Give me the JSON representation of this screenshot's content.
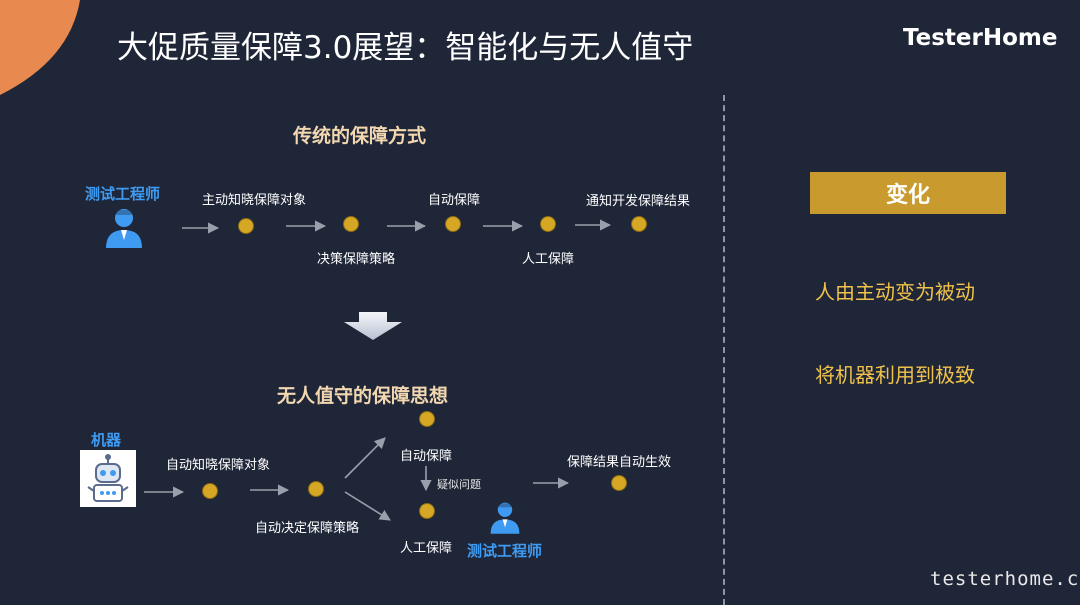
{
  "title": "大促质量保障3.0展望：智能化与无人值守",
  "brand": "TesterHome",
  "traditional": {
    "title": "传统的保障方式",
    "role": "测试工程师",
    "steps": [
      "主动知晓保障对象",
      "决策保障策略",
      "自动保障",
      "人工保障",
      "通知开发保障结果"
    ]
  },
  "unattended": {
    "title": "无人值守的保障思想",
    "machine": "机器",
    "steps": [
      "自动知晓保障对象",
      "自动决定保障策略",
      "自动保障",
      "疑似问题",
      "人工保障",
      "保障结果自动生效"
    ],
    "role": "测试工程师"
  },
  "change": {
    "badge": "变化",
    "points": [
      "人由主动变为被动",
      "将机器利用到极致"
    ]
  },
  "watermark": "testerhome.com",
  "colors": {
    "background": "#1f2638",
    "accent_gold": "#c99a2e",
    "dot": "#d6a625",
    "role_blue": "#3f9bf2",
    "bullet": "#f0c24a"
  }
}
